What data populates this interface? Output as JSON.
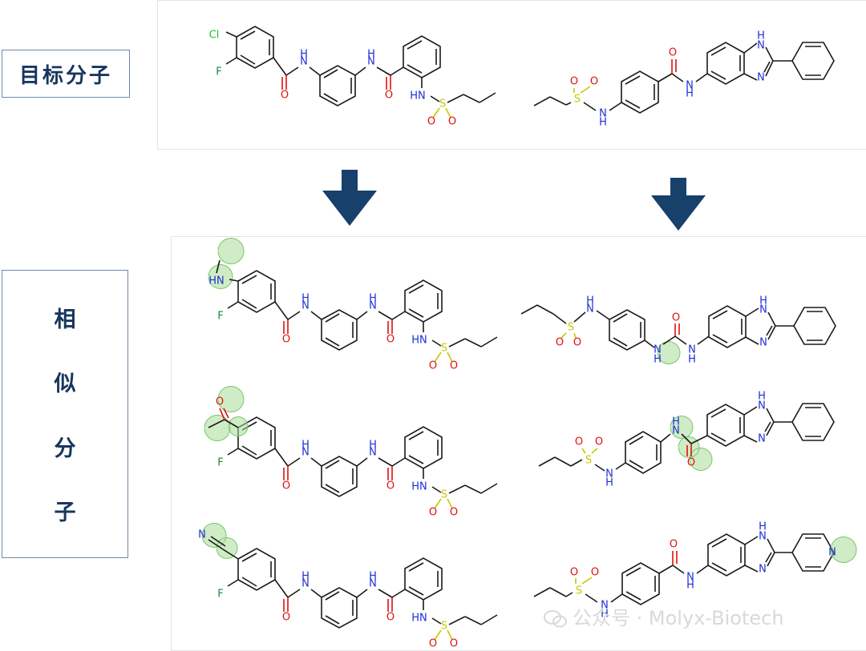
{
  "labels": {
    "target": "目标分子",
    "similar": [
      "相",
      "似",
      "分",
      "子"
    ]
  },
  "atoms": {
    "Cl": "Cl",
    "F": "F",
    "N": "N",
    "NH": "NH",
    "HN": "HN",
    "H": "H",
    "O": "O",
    "S": "S"
  },
  "colors": {
    "bond": "#1a1a1a",
    "nitrogen": "#1f2fd6",
    "oxygen": "#e01010",
    "fluorine": "#1a8a3a",
    "chlorine": "#22c022",
    "sulfur": "#c8c800",
    "highlight": "#a8dc98",
    "arrow": "#17406b",
    "label_text": "#17365d",
    "label_border": "#6f8aa3"
  },
  "icons": [
    "down-arrow-icon",
    "down-arrow-icon",
    "wechat-icon"
  ],
  "watermark": "公众号 · Molyx-Biotech"
}
